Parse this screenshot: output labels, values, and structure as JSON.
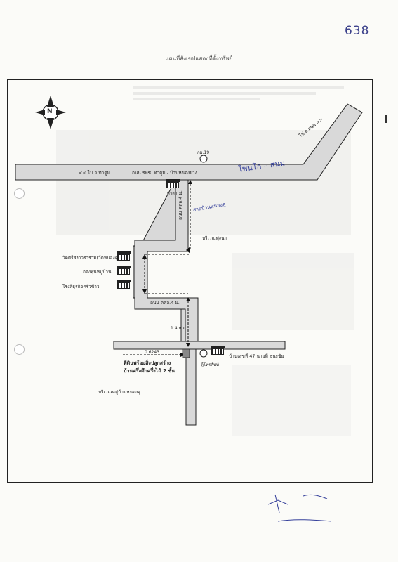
{
  "page_number": "638",
  "page_title": "แผนที่สังเขปแสดงที่ตั้งทรัพย์",
  "compass": {
    "north_label": "N",
    "icon": "north-arrow-icon"
  },
  "roads": {
    "main_road_west_label": "<< ไป อ.ท่าตูม",
    "main_road_name": "ถนน รพช. ท่าตูม - บ้านหนองยาง",
    "northeast_road_label": "ไป อ.สนม >>",
    "village_road_north": "ถนน คสล.4 ม.",
    "village_road_south": "ถนน คสล.4 ม."
  },
  "markers": {
    "km_post": "กม.19",
    "distance_road_segment": "1.4 ก.ม.",
    "distance_plot": "0.6243"
  },
  "places": {
    "sala": "ศาลา",
    "pha_na_area": "บริเวณทุ่งนา",
    "temple": "วัดศรีสง่าวราราม(วัดหนองคู)",
    "village_fund": "กองทุนหมู่บ้าน",
    "rice_mill": "โรงสีธุรกิจครัวข้าว",
    "phone_booth": "ตู้โทรศัพท์",
    "house_47": "บ้านเลขที่ 47 นายที ชนะชัย",
    "plot_label_line1": "ที่ดินพร้อมสิ่งปลูกสร้าง",
    "plot_label_line2": "บ้านครึ่งตึกครึ่งไม้ 2 ชั้น",
    "village_area": "บริเวณหมู่บ้านหนองคู"
  },
  "handwritten": {
    "road_note": "โพนโก – สนม",
    "vertical_note": "สายบ้านหนองคู"
  },
  "colors": {
    "ink": "#222222",
    "handwriting": "#343f9a",
    "page": "#fbfbf8",
    "faint_bleed": "#e4e4e2"
  }
}
